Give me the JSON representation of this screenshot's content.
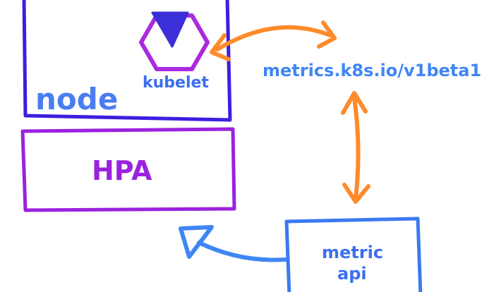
{
  "labels": {
    "node": "node",
    "kubelet": "kubelet",
    "hpa": "HPA",
    "metrics_api_group": "metrics.k8s.io/v1beta1",
    "metric_api_line1": "metric",
    "metric_api_line2": "api"
  },
  "colors": {
    "node_border": "#3b1fe0",
    "node_text": "#4a7df2",
    "kubelet_hex": "#a92ae0",
    "kubelet_fill": "#3b2fd8",
    "kubelet_text": "#3b6ff0",
    "hpa_border": "#9a22de",
    "hpa_text": "#9a22de",
    "arrow_orange": "#ff8a2a",
    "metrics_text": "#3f86f5",
    "metric_api_border": "#3a7af0",
    "metric_api_text": "#3b6ff0",
    "arrow_blue": "#3f86f5"
  }
}
